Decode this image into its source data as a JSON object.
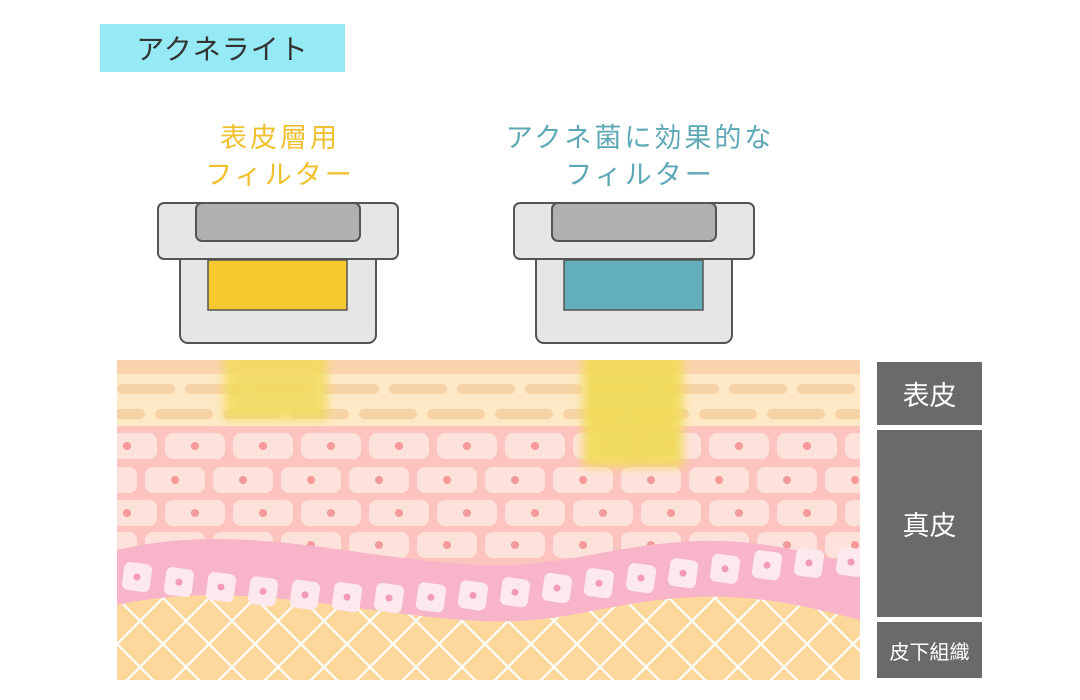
{
  "title": "アクネライト",
  "filters": [
    {
      "line1": "表皮層用",
      "line2": "フィルター",
      "color": "#f5c92f"
    },
    {
      "line1": "アクネ菌に効果的な",
      "line2": "フィルター",
      "color": "#62aebd"
    }
  ],
  "layers": {
    "epidermis": "表皮",
    "dermis": "真皮",
    "subcutis": "皮下組織"
  },
  "colors": {
    "title_bg": "#95eaf5",
    "light_beam": "#f2dc5a",
    "epidermis": "#fde9c6",
    "dermis": "#fcc3bf",
    "dermis_band": "#f8b5c9",
    "subcutis": "#fcd89d",
    "layer_tab": "#6a6a6a"
  }
}
